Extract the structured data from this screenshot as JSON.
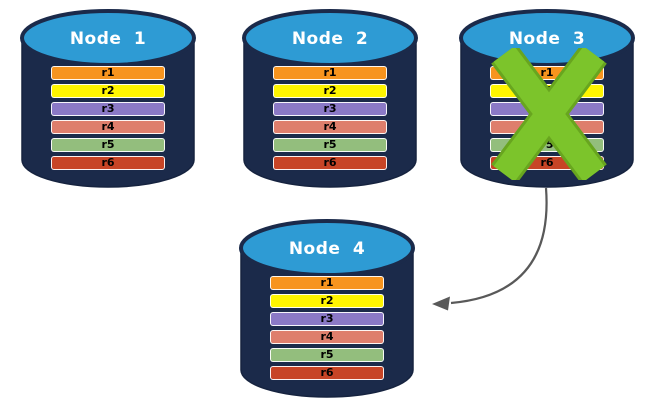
{
  "cylinder_colors": {
    "body": "#1B2A4A",
    "top": "#2E9BD4",
    "outline": "#16233F"
  },
  "nodes": [
    {
      "title": "Node 1",
      "failed": false,
      "records": [
        {
          "label": "r1",
          "color": "#F7941E"
        },
        {
          "label": "r2",
          "color": "#FFF500"
        },
        {
          "label": "r3",
          "color": "#8B79C6"
        },
        {
          "label": "r4",
          "color": "#DE7E6C"
        },
        {
          "label": "r5",
          "color": "#93BE7D"
        },
        {
          "label": "r6",
          "color": "#C74426"
        }
      ]
    },
    {
      "title": "Node 2",
      "failed": false,
      "records": [
        {
          "label": "r1",
          "color": "#F7941E"
        },
        {
          "label": "r2",
          "color": "#FFF500"
        },
        {
          "label": "r3",
          "color": "#8B79C6"
        },
        {
          "label": "r4",
          "color": "#DE7E6C"
        },
        {
          "label": "r5",
          "color": "#93BE7D"
        },
        {
          "label": "r6",
          "color": "#C74426"
        }
      ]
    },
    {
      "title": "Node 3",
      "failed": true,
      "records": [
        {
          "label": "r1",
          "color": "#F7941E"
        },
        {
          "label": "r2",
          "color": "#FFF500"
        },
        {
          "label": "r3",
          "color": "#8B79C6"
        },
        {
          "label": "r4",
          "color": "#DE7E6C"
        },
        {
          "label": "r5",
          "color": "#93BE7D"
        },
        {
          "label": "r6",
          "color": "#C74426"
        }
      ]
    },
    {
      "title": "Node 4",
      "failed": false,
      "records": [
        {
          "label": "r1",
          "color": "#F7941E"
        },
        {
          "label": "r2",
          "color": "#FFF500"
        },
        {
          "label": "r3",
          "color": "#8B79C6"
        },
        {
          "label": "r4",
          "color": "#DE7E6C"
        },
        {
          "label": "r5",
          "color": "#93BE7D"
        },
        {
          "label": "r6",
          "color": "#C74426"
        }
      ]
    }
  ],
  "failure_marker": {
    "icon": "x-mark",
    "fill": "#7CC42B",
    "outline": "#68A51F"
  },
  "arrow": {
    "color": "#595959",
    "from": "Node 3",
    "to": "Node 4"
  }
}
